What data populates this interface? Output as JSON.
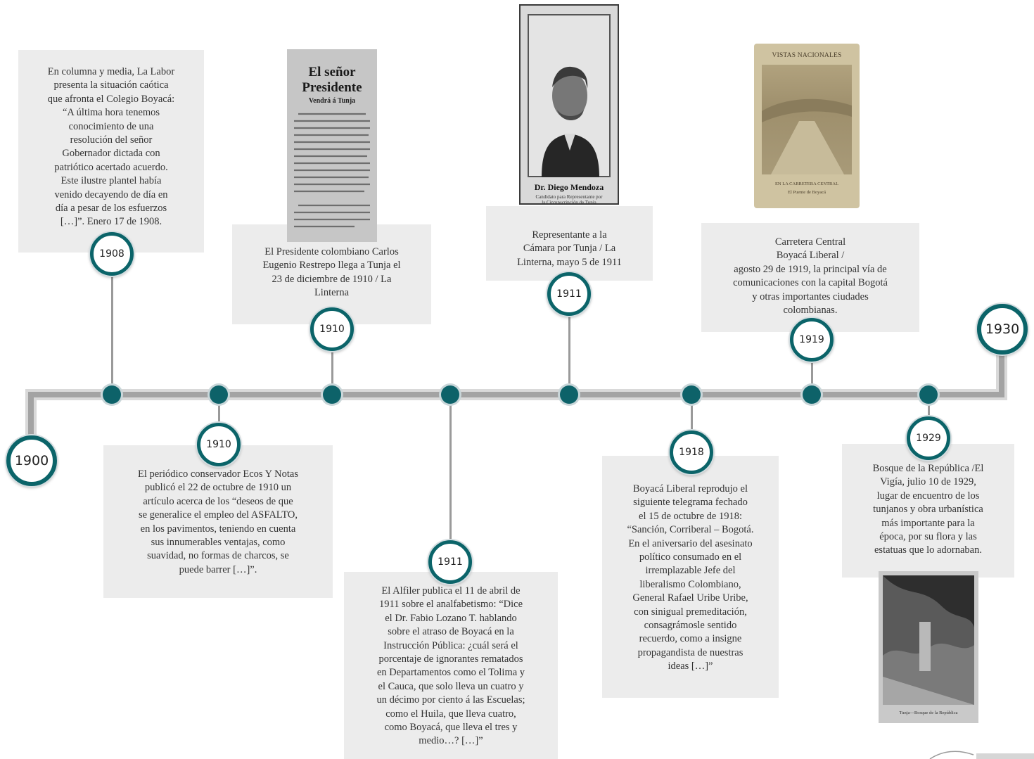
{
  "timeline": {
    "start_year": "1900",
    "end_year": "1930",
    "events": [
      {
        "id": "e1908",
        "year": "1908",
        "text": "En columna y media, La Labor\npresenta la situación caótica\nque afronta el Colegio Boyacá:\n“A última hora tenemos\nconocimiento de una\nresolución del señor\nGobernador dictada con\npatriótico acertado acuerdo.\nEste ilustre plantel había\nvenido decayendo de día en\ndía a pesar de los esfuerzos\n[…]”. Enero 17 de 1908."
      },
      {
        "id": "e1910a",
        "year": "1910",
        "text": "El periódico conservador Ecos Y Notas\npublicó el 22 de octubre de 1910 un\nartículo acerca de los “deseos de que\nse generalice el empleo del ASFALTO,\nen los pavimentos, teniendo en cuenta\nsus innumerables ventajas, como\nsuavidad, no formas de charcos, se\npuede barrer […]”."
      },
      {
        "id": "e1910b",
        "year": "1910",
        "text": "El Presidente colombiano Carlos\nEugenio Restrepo llega a Tunja el\n23 de diciembre de 1910 / La\nLinterna"
      },
      {
        "id": "e1911a",
        "year": "1911",
        "text": "El Alfiler publica el 11 de abril de\n1911 sobre el analfabetismo: “Dice\nel Dr. Fabio Lozano T. hablando\nsobre el atraso de Boyacá en la\nInstrucción Pública: ¿cuál será el\nporcentaje de ignorantes rematados\nen Departamentos como el Tolima y\nel Cauca, que solo lleva un cuatro y\nun décimo por ciento á las Escuelas;\ncomo el Huila, que lleva cuatro,\ncomo Boyacá, que lleva el tres y\nmedio…? […]”"
      },
      {
        "id": "e1911b",
        "year": "1911",
        "text": "Representante a la\nCámara por Tunja / La\nLinterna, mayo 5 de 1911"
      },
      {
        "id": "e1918",
        "year": "1918",
        "text": "Boyacá Liberal reprodujo el\nsiguiente telegrama fechado\nel 15 de octubre de 1918:\n“Sanción, Corriberal – Bogotá.\nEn el aniversario del asesinato\npolítico consumado en el\nirremplazable Jefe del\nliberalismo Colombiano,\nGeneral Rafael Uribe Uribe,\ncon sinigual premeditación,\nconsagrámosle sentido\nrecuerdo, como a insigne\npropagandista de nuestras\nideas […]”"
      },
      {
        "id": "e1919",
        "year": "1919",
        "text": "Carretera Central\nBoyacá Liberal /\nagosto 29 de 1919, la principal vía de\ncomunicaciones con la capital Bogotá\ny otras importantes ciudades\ncolombianas."
      },
      {
        "id": "e1929",
        "year": "1929",
        "text": "Bosque de la República /El\nVigía, julio 10 de 1929,\nlugar de encuentro de los\ntunjanos y obra urbanística\nmás importante para la\népoca, por su flora y las\nestatuas que lo adornaban."
      }
    ]
  },
  "clippings": {
    "presidente": {
      "headline": "El señor\nPresidente",
      "subhead": "Vendrá á Tunja"
    },
    "mendoza": {
      "name": "Dr. Diego Mendoza",
      "caption": "Candidato para Representante por\nla Circunscripción de Tunja"
    },
    "vistas": {
      "header": "VISTAS NACIONALES",
      "caption": "EN LA CARRETERA CENTRAL\nEl Puente de Boyacá"
    },
    "bosque": {
      "caption": "Tunja—Bosque de la República"
    }
  }
}
